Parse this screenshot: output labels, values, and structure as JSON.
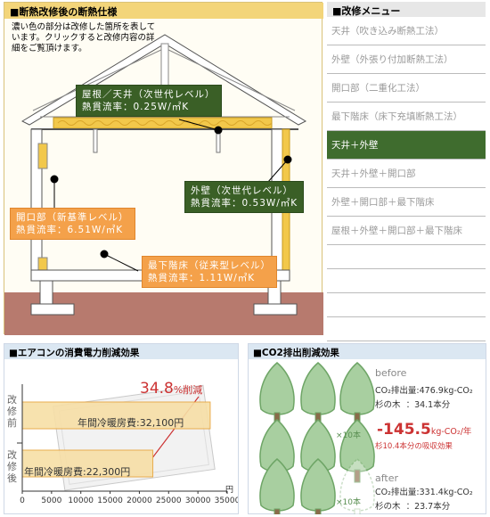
{
  "house_panel": {
    "title": "■断熱改修後の断熱仕様",
    "description": "濃い色の部分は改修した箇所を表しています。クリックすると改修内容の詳細をご覧頂けます。",
    "callouts": {
      "roof": {
        "line1": "屋根／天井（次世代レベル）",
        "line2": "熱貫流率：0.25W/㎡K"
      },
      "wall": {
        "line1": "外壁（次世代レベル）",
        "line2": "熱貫流率：0.53W/㎡K"
      },
      "opening": {
        "line1": "開口部（新基準レベル）",
        "line2": "熱貫流率：6.51W/㎡K"
      },
      "floor": {
        "line1": "最下階床（従来型レベル）",
        "line2": "熱貫流率：1.11W/㎡K"
      }
    }
  },
  "menu": {
    "title": "■改修メニュー",
    "items": [
      {
        "label": "天井（吹き込み断熱工法）",
        "active": false
      },
      {
        "label": "外壁（外張り付加断熱工法）",
        "active": false
      },
      {
        "label": "開口部（二重化工法）",
        "active": false
      },
      {
        "label": "最下階床（床下充填断熱工法）",
        "active": false
      },
      {
        "label": "天井＋外壁",
        "active": true
      },
      {
        "label": "天井＋外壁＋開口部",
        "active": false
      },
      {
        "label": "外壁＋開口部＋最下階床",
        "active": false
      },
      {
        "label": "屋根＋外壁＋開口部＋最下階床",
        "active": false
      }
    ],
    "empty_rows": 4
  },
  "ac_panel": {
    "title": "■エアコンの消費電力削減効果",
    "reduction_value": "34.8",
    "reduction_suffix": "%削減",
    "before_label": "年間冷暖房費:32,100円",
    "after_label": "年間冷暖房費:22,300円",
    "y_before": "改修前",
    "y_after": "改修後",
    "unit": "円"
  },
  "chart_data": {
    "type": "bar",
    "orientation": "horizontal",
    "title": "■エアコンの消費電力削減効果",
    "categories": [
      "改修前",
      "改修後"
    ],
    "values": [
      32100,
      22300
    ],
    "xlim": [
      0,
      35000
    ],
    "x_ticks": [
      "0",
      "5000",
      "10000",
      "15000",
      "20000",
      "25000",
      "30000",
      "35000"
    ],
    "xlabel": "円",
    "annotation": "34.8%削減",
    "colors": {
      "bar": "#f7dfa6",
      "bar_border": "#e8a53d",
      "accent": "#cc3333"
    }
  },
  "co2_panel": {
    "title": "■CO2排出削減効果",
    "before": {
      "label": "before",
      "emission_label": "CO₂排出量:",
      "emission_value": "476.9kg-CO₂",
      "tree_label": "杉の木",
      "tree_value": "：34.1本分"
    },
    "reduction": {
      "value": "-145.5",
      "unit": "kg-CO₂/年",
      "note": "杉10.4本分の吸収効果"
    },
    "after": {
      "label": "after",
      "emission_label": "CO₂排出量:",
      "emission_value": "331.4kg-CO₂",
      "tree_label": "杉の木",
      "tree_value": "：23.7本分"
    },
    "multiplier_before": "×10本",
    "multiplier_after": "×10本"
  },
  "colors": {
    "insulation": "#f2c84b",
    "dark_green": "#3a5f26",
    "orange": "#f4a14a",
    "tree": "#a8cfa0",
    "tree_border": "#6ea566"
  }
}
